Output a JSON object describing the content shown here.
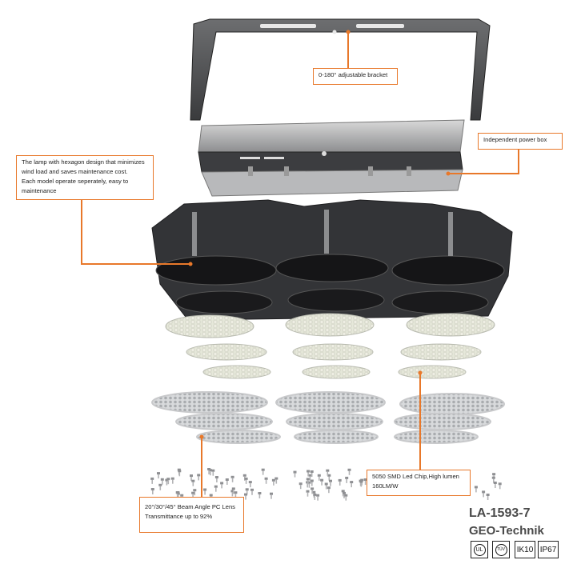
{
  "callouts": {
    "bracket": "0-180° adjustable bracket",
    "power_box": "Independent power box",
    "hexagon_line1": "The lamp with hexagon design that minimizes",
    "hexagon_line2": "wind load and  saves maintenance cost.",
    "hexagon_line3": "Each model operate seperately, easy to",
    "hexagon_line4": "maintenance",
    "led_line1": "5050 SMD Led Chip,High lumen",
    "led_line2": "160LM/W",
    "lens_line1": "20°/30°/45° Beam Angle PC Lens",
    "lens_line2": "Transmittance up to 92%"
  },
  "product": {
    "model": "LA-1593-7",
    "brand": "GEO-Technik"
  },
  "certifications": [
    {
      "name": "ul-mark",
      "label": "UL"
    },
    {
      "name": "tuv-mark",
      "label": "TÜV"
    },
    {
      "name": "ik10-mark",
      "label": "IK10"
    },
    {
      "name": "ip67-mark",
      "label": "IP67"
    }
  ],
  "colors": {
    "callout_accent": "#e8782a",
    "housing_dark": "#2f3033",
    "text_gray": "#4a4a4a"
  }
}
